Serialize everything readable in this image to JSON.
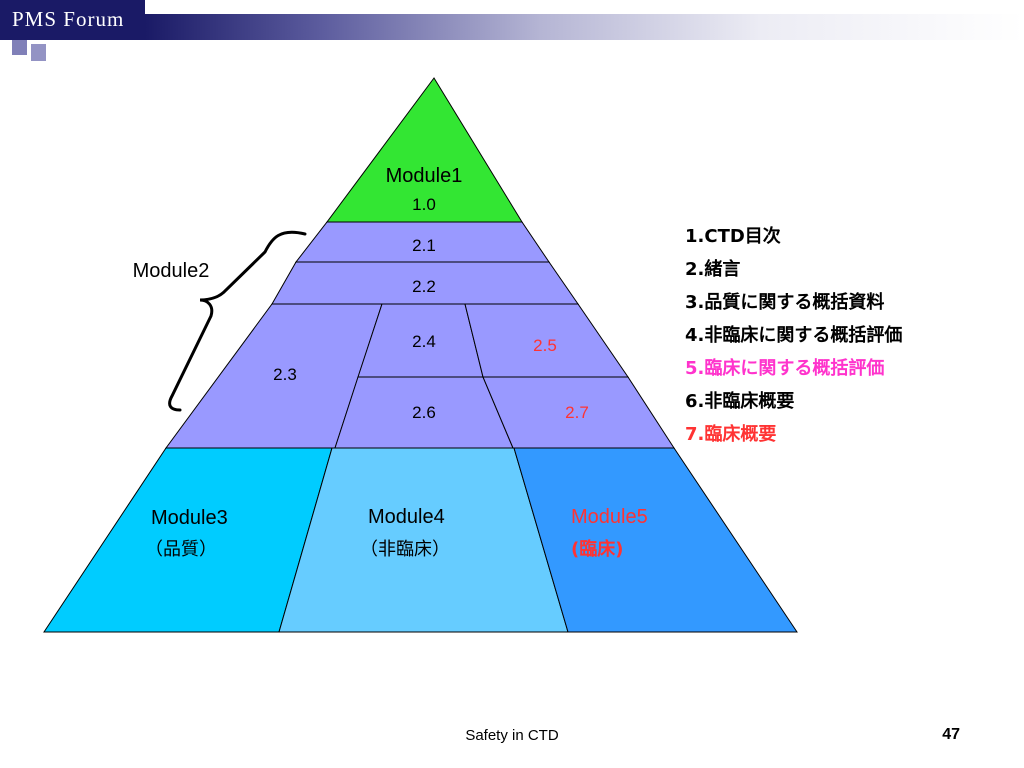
{
  "header": {
    "logo_text": "PMS Forum"
  },
  "diagram": {
    "module1_title": "Module1",
    "module1_section": "1.0",
    "module2_label": "Module2",
    "sections": {
      "s21": "2.1",
      "s22": "2.2",
      "s23": "2.3",
      "s24": "2.4",
      "s25": "2.5",
      "s26": "2.6",
      "s27": "2.7"
    },
    "module3_title": "Module3",
    "module3_sub": "（品質）",
    "module4_title": "Module4",
    "module4_sub": "（非臨床）",
    "module5_title": "Module5",
    "module5_sub": "(臨床)"
  },
  "legend": [
    "1.CTD目次",
    "2.緒言",
    "3.品質に関する概括資料",
    "4.非臨床に関する概括評価",
    "5.臨床に関する概括評価",
    "6.非臨床概要",
    "7.臨床概要"
  ],
  "colors": {
    "apex": "#33e633",
    "module2": "#9999ff",
    "module3": "#00ccff",
    "module4": "#66ccff",
    "module5": "#3399ff",
    "highlight_red": "#ff3333",
    "highlight_pink": "#ff33cc"
  },
  "footer": {
    "title": "Safety in CTD",
    "page_number": "47"
  }
}
